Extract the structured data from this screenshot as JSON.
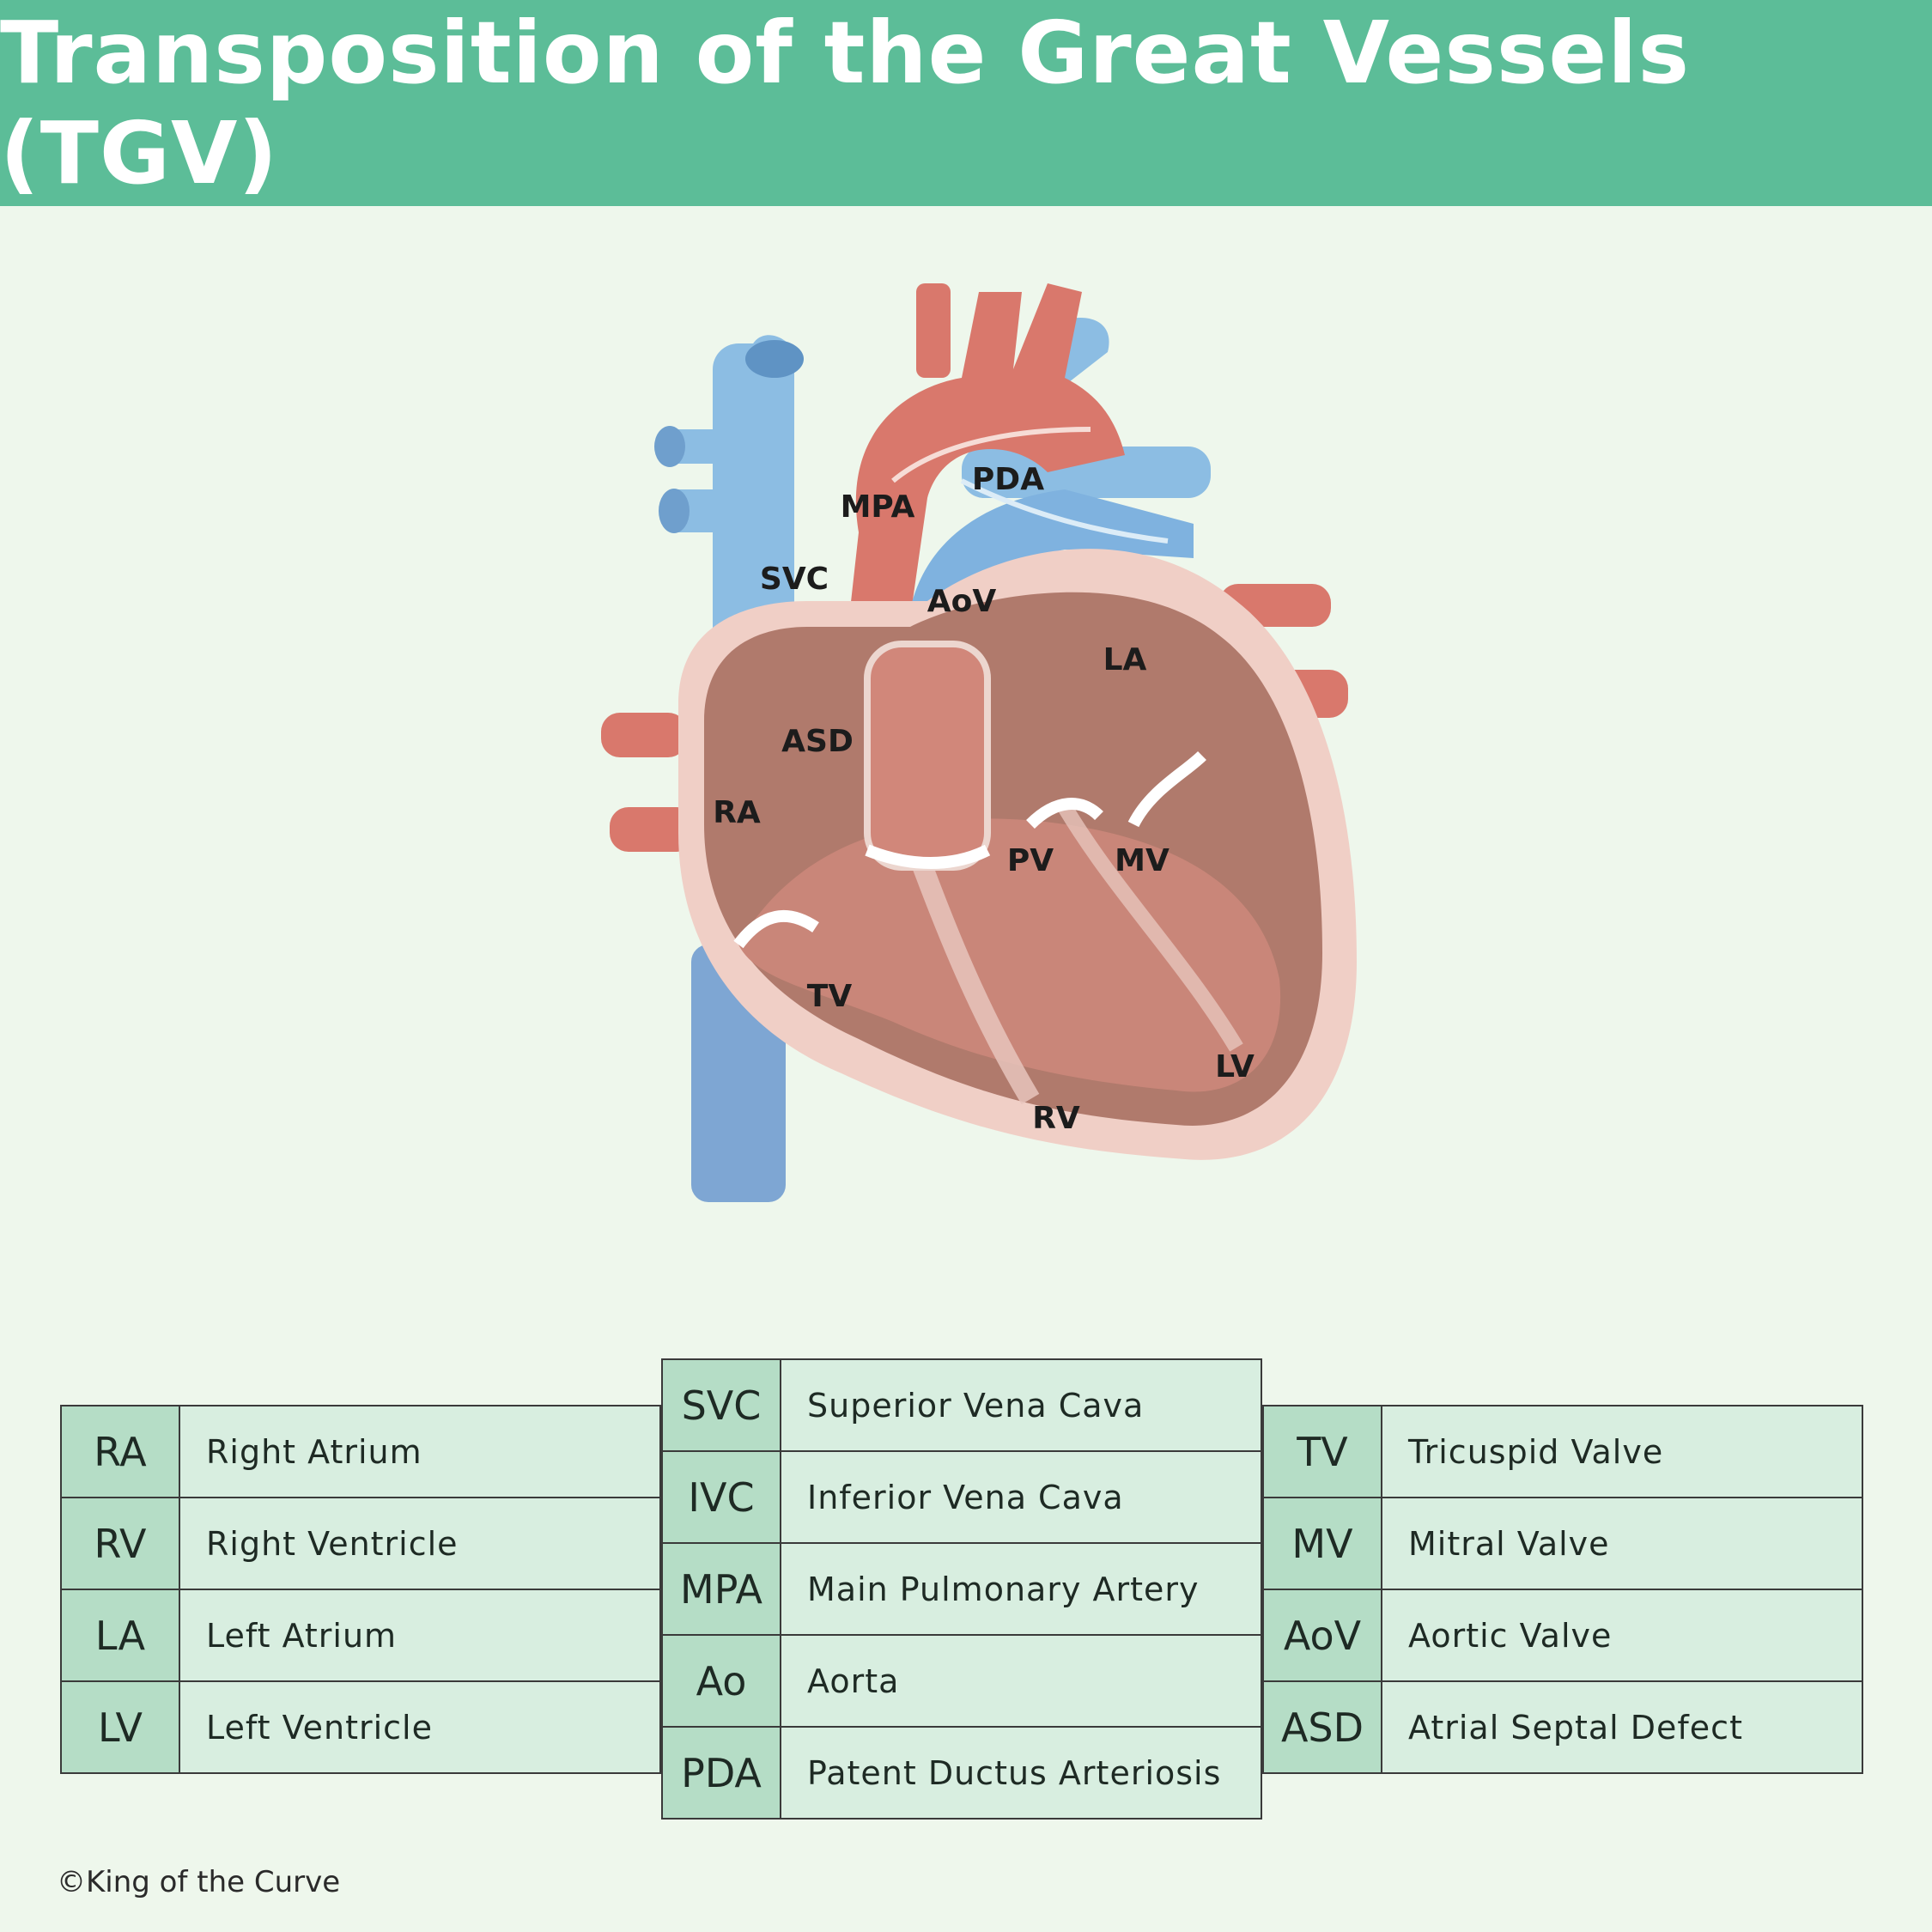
{
  "title": "Transposition of the Great Vessels (TGV)",
  "diagram_labels": {
    "svc": "SVC",
    "mpa": "MPA",
    "pda": "PDA",
    "aov": "AoV",
    "la": "LA",
    "asd": "ASD",
    "ra": "RA",
    "pv": "PV",
    "mv": "MV",
    "tv": "TV",
    "lv": "LV",
    "rv": "RV"
  },
  "legend": {
    "left": [
      {
        "abbr": "RA",
        "name": "Right Atrium"
      },
      {
        "abbr": "RV",
        "name": "Right Ventricle"
      },
      {
        "abbr": "LA",
        "name": "Left Atrium"
      },
      {
        "abbr": "LV",
        "name": "Left Ventricle"
      }
    ],
    "middle": [
      {
        "abbr": "SVC",
        "name": "Superior Vena Cava"
      },
      {
        "abbr": "IVC",
        "name": "Inferior Vena Cava"
      },
      {
        "abbr": "MPA",
        "name": "Main Pulmonary Artery"
      },
      {
        "abbr": "Ao",
        "name": "Aorta"
      },
      {
        "abbr": "PDA",
        "name": "Patent Ductus Arteriosis"
      }
    ],
    "right": [
      {
        "abbr": "TV",
        "name": "Tricuspid Valve"
      },
      {
        "abbr": "MV",
        "name": "Mitral Valve"
      },
      {
        "abbr": "AoV",
        "name": "Aortic Valve"
      },
      {
        "abbr": "ASD",
        "name": "Atrial Septal Defect"
      }
    ]
  },
  "copyright": "©King of the Curve",
  "colors": {
    "banner": "#5cbd98",
    "background": "#eef7ec",
    "vein_blue": "#8cbde3",
    "artery_red": "#d9786c",
    "muscle": "#b07a6c",
    "wall_pink": "#f0cfc6",
    "legend_abbr": "#b5ddc6",
    "legend_desc": "#d8eee0"
  }
}
